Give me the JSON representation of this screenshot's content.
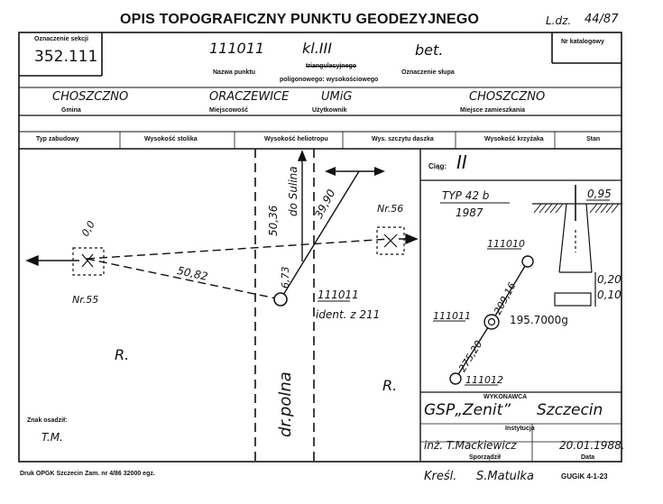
{
  "header": {
    "title": "OPIS TOPOGRAFICZNY PUNKTU GEODEZYJNEGO",
    "ldz_label": "L.dz.",
    "ldz_value": "44/87"
  },
  "section": {
    "label": "Oznaczenie sekcji",
    "value": "352.111"
  },
  "point": {
    "name": "111011",
    "class": "kl.III",
    "post": "bet.",
    "label_name": "Nazwa punktu",
    "type_triang": "triangulacyjnego",
    "type_polig": "poligonowego: wysokościowego",
    "label_post": "Oznaczenie słupa",
    "catalog_label": "Nr katalogowy"
  },
  "location": {
    "gmina_value": "CHOSZCZNO",
    "gmina_label": "Gmina",
    "miejscowosc_value": "ORACZEWICE",
    "miejscowosc_label": "Miejscowość",
    "uzytkownik_value": "UMiG",
    "uzytkownik_label": "Użytkownik",
    "zamieszkania_value": "CHOSZCZNO",
    "zamieszkania_label": "Miejsce zamieszkania"
  },
  "columns": [
    "Typ zabudowy",
    "Wysokość stolika",
    "Wysokość heliotropu",
    "Wys. szczytu daszka",
    "Wysokość krzyżaka",
    "Stan"
  ],
  "sketch": {
    "road": "do Sulina",
    "field_road": "dr.polna",
    "dist1": "39,90",
    "dist2": "50,36",
    "dist3": "6,73",
    "dist4": "50,82",
    "dist_nr55_note": "0,0",
    "nr55": "Nr.55",
    "nr56": "Nr.56",
    "point_label": "111011",
    "ident": "ident. z 211",
    "r_left": "R.",
    "r_right": "R."
  },
  "detail": {
    "ciag_label": "Ciąg:",
    "ciag_value": "II",
    "typ": "TYP 42 b",
    "year": "1987",
    "depth": "0,95",
    "h1": "0,20",
    "h2": "0,10",
    "pt_a": "111010",
    "pt_b": "111011",
    "pt_c": "111012",
    "dist_ab": "209,16",
    "dist_bc": "275,20",
    "angle": "195.7000g"
  },
  "footer": {
    "wykonawca_label": "WYKONAWCA",
    "firm": "GSP„Zenit”",
    "city": "Szczecin",
    "instytucja_label": "Instytucja",
    "author": "inż. T.Mackiewicz",
    "date": "20.01.1988.",
    "sporzadzil_label": "Sporządził",
    "data_label": "Data",
    "znak_label": "Znak osadził:",
    "znak_value": "T.M.",
    "druk": "Druk OPGK Szczecin Zam. nr 4/86  32000 egz.",
    "kresl_label": "Kreśl.",
    "kresl_value": "S.Matulka",
    "code": "GUGiK 4-1-23"
  }
}
